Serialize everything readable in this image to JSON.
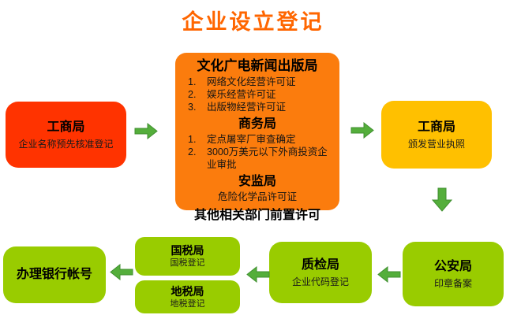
{
  "title": {
    "text": "企业设立登记"
  },
  "boxes": {
    "gongshang_pre": {
      "heading": "工商局",
      "subtitle": "企业名称预先核准登记"
    },
    "center": {
      "sections": [
        {
          "heading": "文化广电新闻出版局",
          "items": [
            {
              "num": "1.",
              "text": "网络文化经营许可证"
            },
            {
              "num": "2.",
              "text": "娱乐经营许可证"
            },
            {
              "num": "3.",
              "text": "出版物经营许可证"
            }
          ]
        },
        {
          "heading": "商务局",
          "items": [
            {
              "num": "1.",
              "text": "定点屠宰厂审查确定"
            },
            {
              "num": "2.",
              "text": "3000万美元以下外商投资企业审批"
            }
          ]
        },
        {
          "heading": "安监局",
          "note": "危险化学品许可证"
        }
      ],
      "footer": "其他相关部门前置许可"
    },
    "gongshang_license": {
      "heading": "工商局",
      "subtitle": "颁发营业执照"
    },
    "gongan": {
      "heading": "公安局",
      "subtitle": "印章备案"
    },
    "zhijian": {
      "heading": "质检局",
      "subtitle": "企业代码登记"
    },
    "guoshui": {
      "heading": "国税局",
      "subtitle": "国税登记"
    },
    "dishui": {
      "heading": "地税局",
      "subtitle": "地税登记"
    },
    "bank": {
      "heading": "办理银行帐号"
    }
  },
  "icons": {
    "arrow_right": "right-block-arrow",
    "arrow_left": "left-block-arrow",
    "arrow_down": "down-block-arrow"
  },
  "colors": {
    "title": "#FF6600",
    "box_red": "#FF3300",
    "box_orange": "#FB7C0D",
    "box_yellow": "#FFC000",
    "box_green": "#99CC00",
    "arrow_fill": "#54AE3B",
    "arrow_border": "#3F8F2F",
    "background": "#FFFFFF"
  }
}
